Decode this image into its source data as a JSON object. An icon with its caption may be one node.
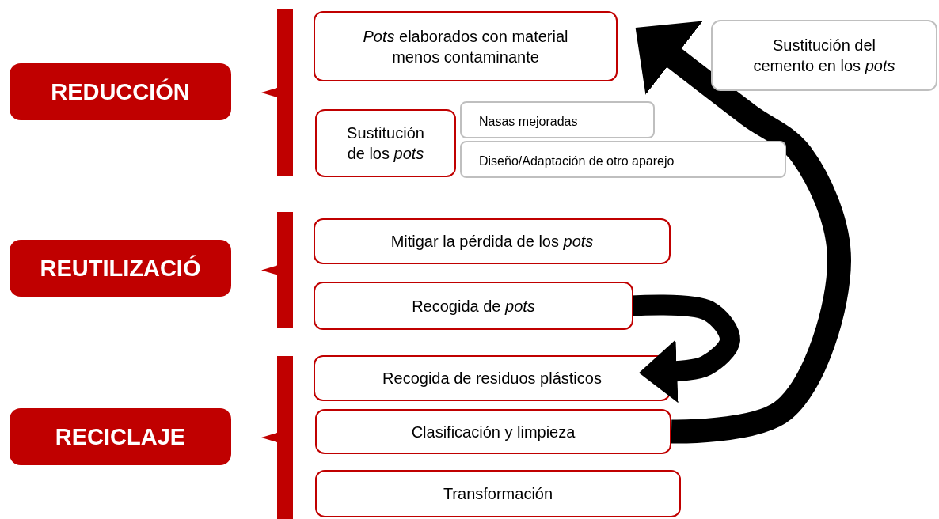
{
  "diagram": {
    "nodes": [
      {
        "text": [
          "REDUCCIÓN"
        ]
      },
      {
        "text": [
          "REUTILIZACIÓ"
        ]
      },
      {
        "text": [
          "RECICLAJE"
        ]
      },
      {
        "text": [
          "*Pots* elaborados con material menos contaminante"
        ]
      },
      {
        "text": [
          "Sustitución de los *pots*"
        ]
      },
      {
        "text": [
          "Nasas mejoradas"
        ]
      },
      {
        "text": [
          "Diseño/Adaptación de otro aparejo"
        ]
      },
      {
        "text": [
          "Sustitución del cemento en los *pots*"
        ]
      },
      {
        "text": [
          "Mitigar la pérdida de los *pots*"
        ]
      },
      {
        "text": [
          "Recogida de *pots*"
        ]
      },
      {
        "text": [
          "Recogida de residuos plásticos"
        ]
      },
      {
        "text": [
          "Clasificación y limpieza"
        ]
      },
      {
        "text": [
          "Transformación"
        ]
      },
      {
        "text": [],
        "shape": "bracket"
      },
      {
        "text": [],
        "shape": "bracket"
      },
      {
        "text": [],
        "shape": "bracket"
      }
    ],
    "edges": [
      {
        "from": 11,
        "to": 3,
        "arrow": "to"
      },
      {
        "from": 9,
        "to": 10,
        "arrow": "to"
      }
    ]
  }
}
